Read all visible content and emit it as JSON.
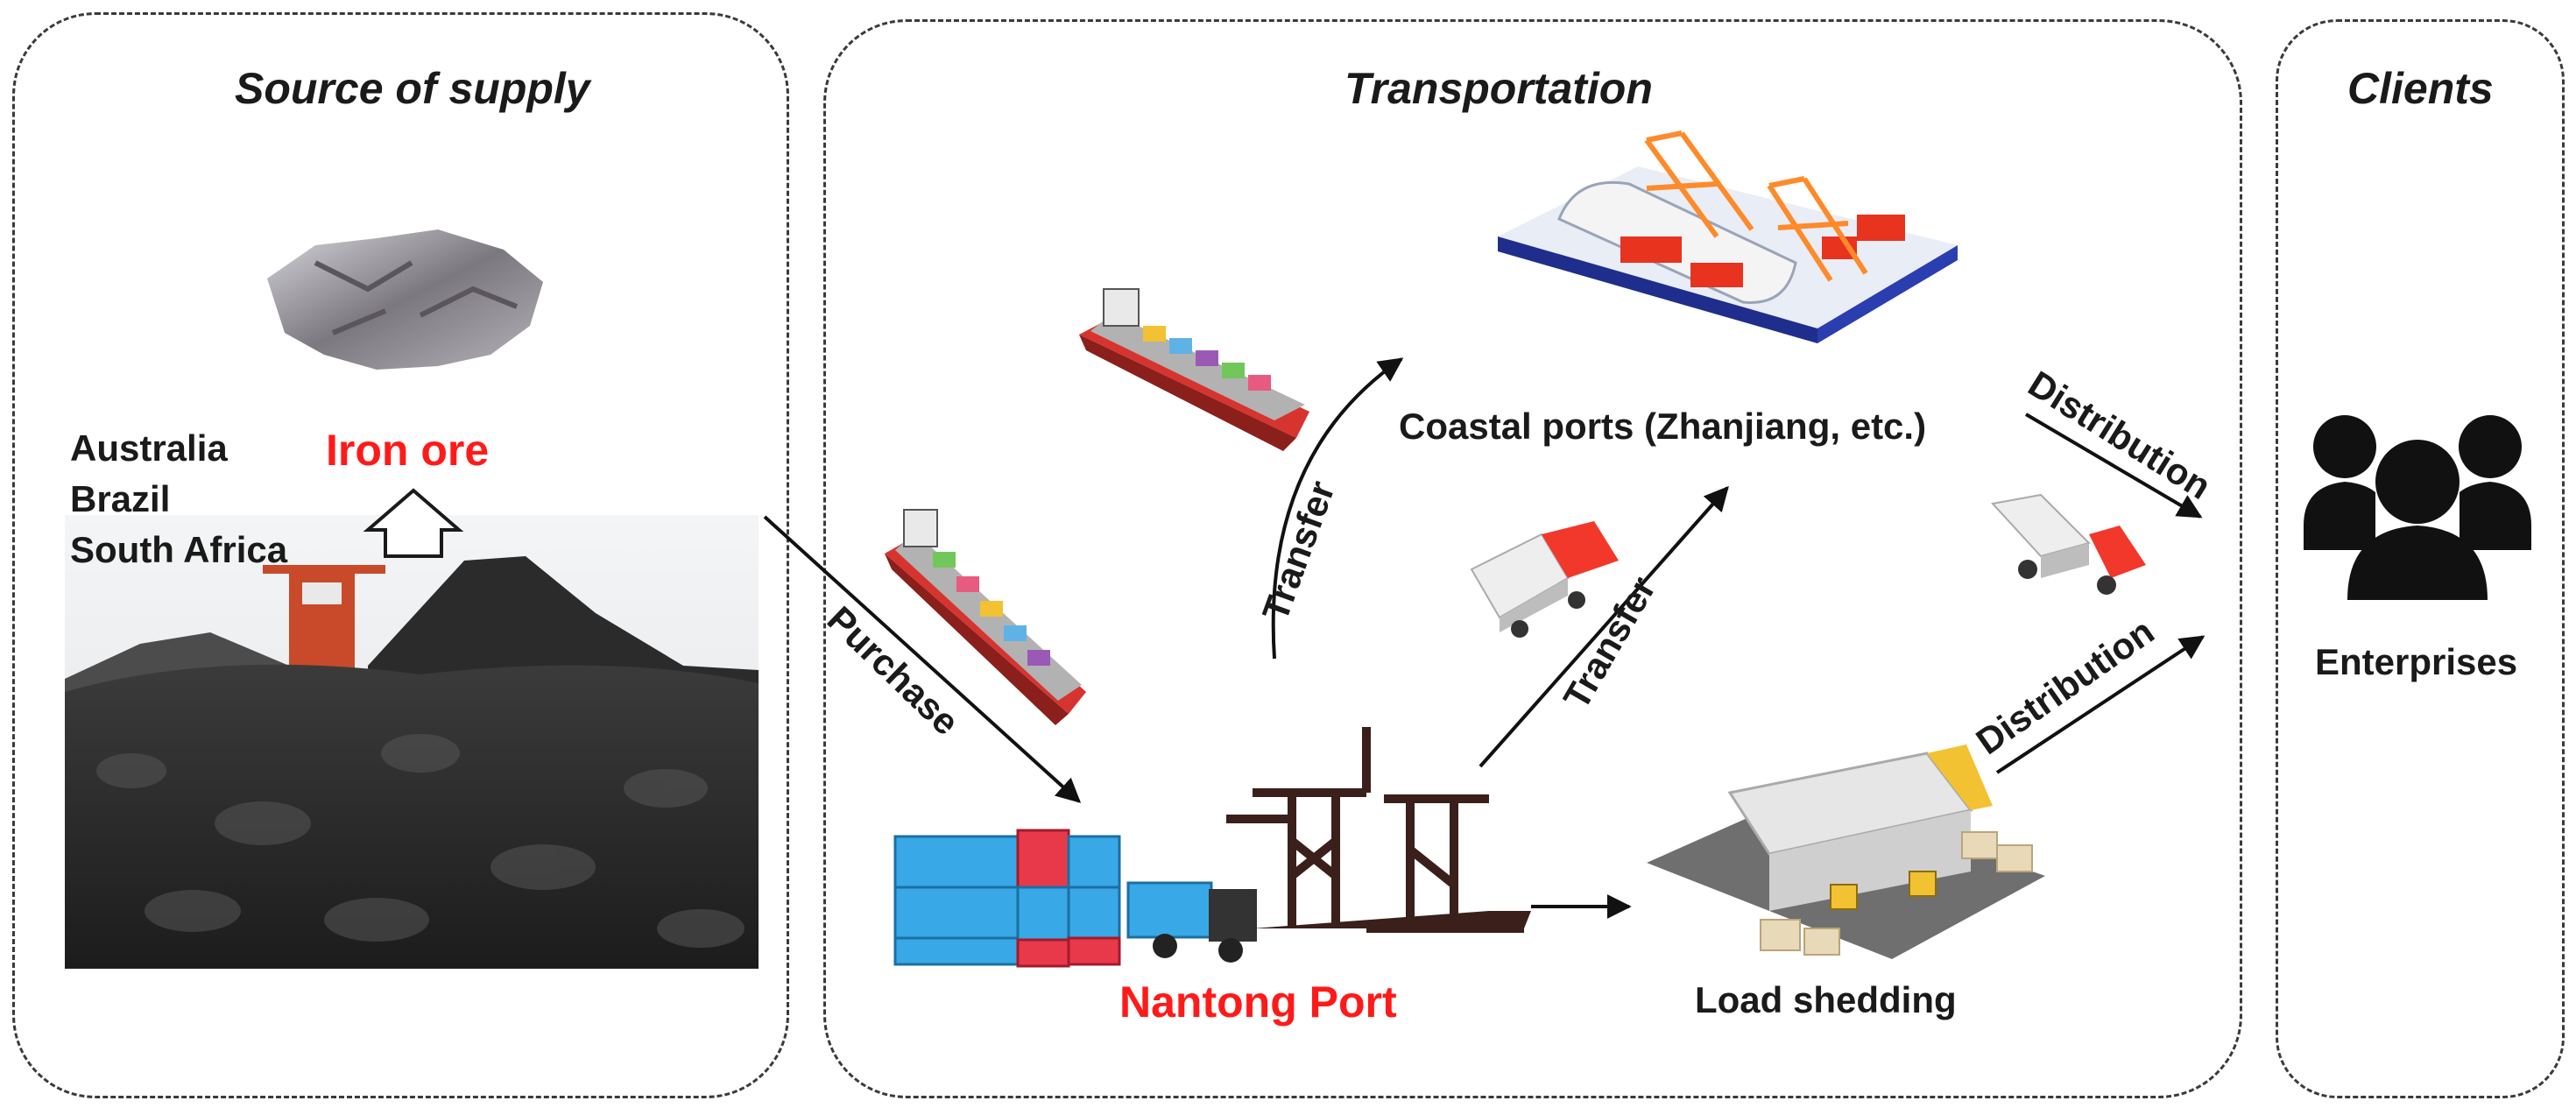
{
  "panels": {
    "source": {
      "title": "Source of supply"
    },
    "transport": {
      "title": "Transportation"
    },
    "clients": {
      "title": "Clients"
    }
  },
  "source": {
    "countries": [
      "Australia",
      "Brazil",
      "South Africa"
    ],
    "iron_ore": "Iron ore"
  },
  "transport": {
    "purchase": "Purchase",
    "transfer": "Transfer",
    "distribution": "Distribution",
    "coastal_ports": "Coastal ports (Zhanjiang, etc.)",
    "nantong_port": "Nantong Port",
    "load_shedding": "Load shedding"
  },
  "clients": {
    "enterprises": "Enterprises"
  },
  "colors": {
    "highlight_red": "#ff1a1a",
    "text": "#1a1a1a"
  }
}
